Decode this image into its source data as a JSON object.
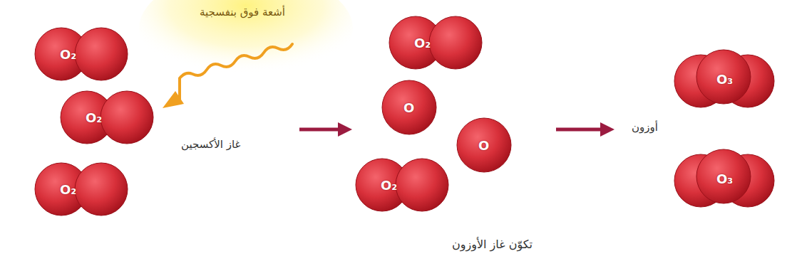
{
  "diagram": {
    "caption": "تكوّن غاز الأوزون",
    "nodes": [
      {
        "text": [
          "O₂"
        ]
      },
      {
        "text": [
          "O₂"
        ]
      },
      {
        "text": [
          "O₂"
        ]
      },
      {
        "text": [
          "O₂"
        ]
      },
      {
        "text": [
          "O"
        ]
      },
      {
        "text": [
          "O"
        ]
      },
      {
        "text": [
          "O₂"
        ]
      },
      {
        "text": [
          "O₃"
        ]
      },
      {
        "text": [
          "O₃"
        ]
      }
    ],
    "labels": [
      "أشعة فوق بنفسجية",
      "غاز الأكسجين",
      "أوزون"
    ]
  }
}
